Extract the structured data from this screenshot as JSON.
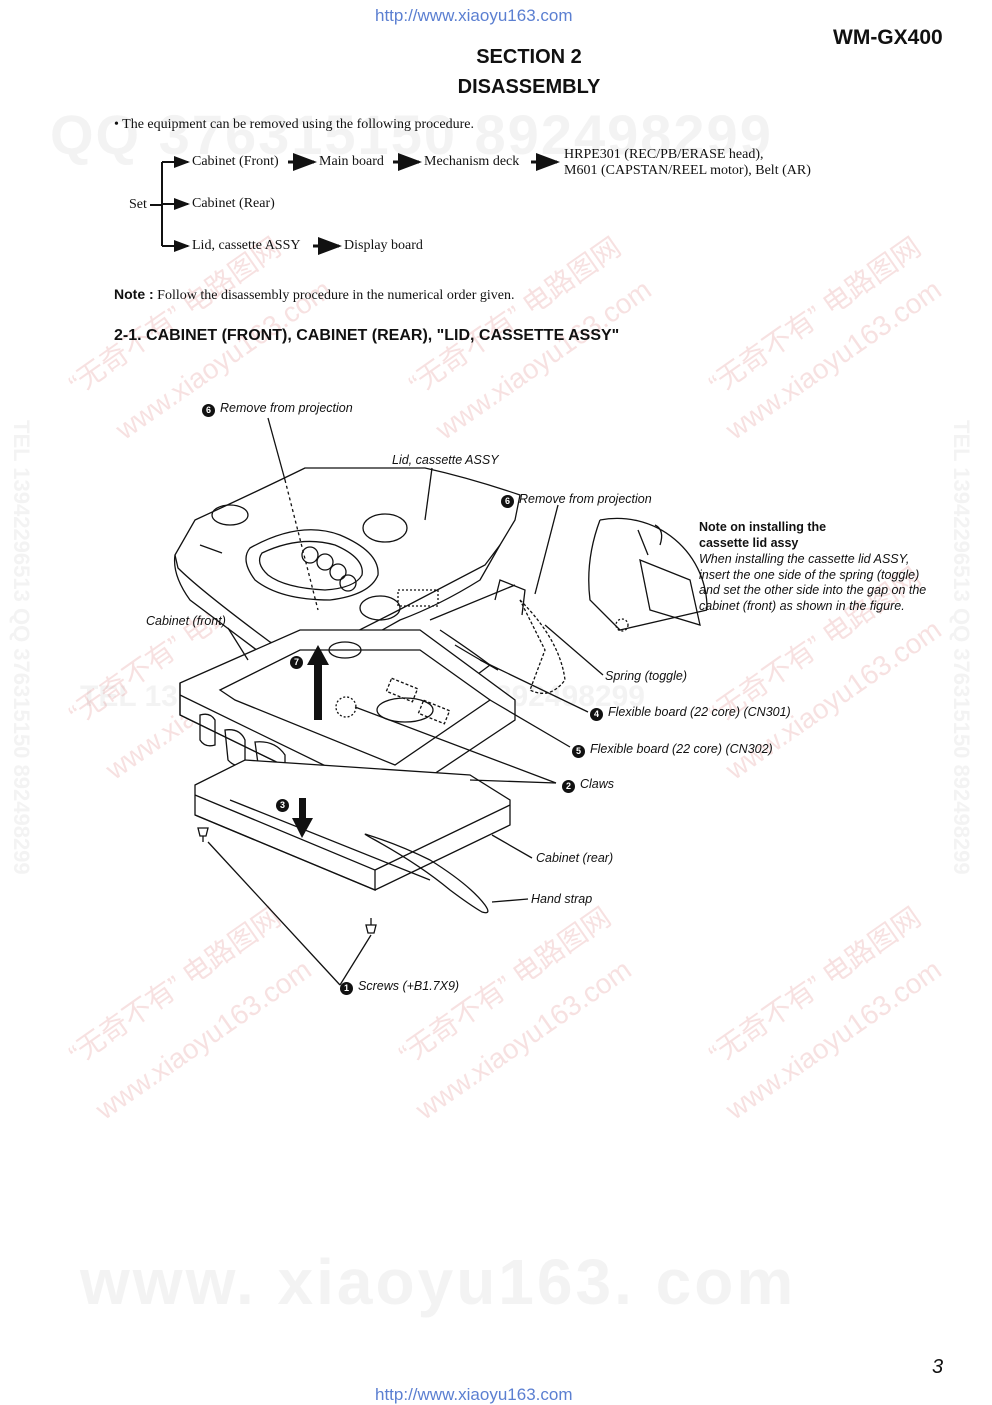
{
  "header": {
    "url_top": "http://www.xiaoyu163.com",
    "model": "WM-GX400",
    "section": "SECTION 2",
    "title": "DISASSEMBLY"
  },
  "intro": "• The equipment can be removed using the following procedure.",
  "flow": {
    "root": "Set",
    "branch1": [
      "Cabinet (Front)",
      "Main board",
      "Mechanism deck"
    ],
    "branch1_tail": [
      "HRPE301 (REC/PB/ERASE head),",
      "M601 (CAPSTAN/REEL motor), Belt (AR)"
    ],
    "branch2": "Cabinet (Rear)",
    "branch3": [
      "Lid, cassette ASSY",
      "Display board"
    ]
  },
  "note": {
    "label": "Note :",
    "text": "Follow the disassembly procedure in the numerical order given."
  },
  "subsection": "2-1. CABINET (FRONT), CABINET (REAR), \"LID, CASSETTE ASSY\"",
  "diagram": {
    "labels": {
      "remove_proj_1": "Remove from projection",
      "lid_cassette": "Lid, cassette ASSY",
      "remove_proj_2": "Remove from projection",
      "cabinet_front": "Cabinet (front)",
      "spring": "Spring (toggle)",
      "flex_cn301": "Flexible board (22 core) (CN301)",
      "flex_cn302": "Flexible board (22 core) (CN302)",
      "claws": "Claws",
      "cabinet_rear": "Cabinet (rear)",
      "hand_strap": "Hand strap",
      "screws": "Screws (+B1.7X9)"
    },
    "steps": {
      "remove_proj_1": "6",
      "remove_proj_2": "6",
      "step7": "7",
      "step3": "3",
      "flex_cn301": "4",
      "flex_cn302": "5",
      "claws": "2",
      "screws": "1"
    },
    "install_note": {
      "title1": "Note on installing the",
      "title2": "cassette lid assy",
      "lines": [
        "When installing the cassette lid ASSY,",
        "insert the one side of the spring (toggle)",
        "and set the other side into the gap on the",
        "cabinet (front) as shown in the figure."
      ]
    }
  },
  "footer": {
    "page": "3",
    "url_bottom": "http://www.xiaoyu163.com"
  },
  "watermarks": {
    "qq": "QQ 376315150  892498299",
    "tel_left": "TEL 13942296513  QQ 376315150  892498299",
    "tel_right": "TEL 13942296513  QQ 376315150  892498299",
    "tel_mid": "TEL 13942296513  376315150  892498299",
    "site": "www.xiaoyu163.com",
    "cn": "“无奇不有” 电路图网",
    "big": "www. xiaoyu163. com"
  }
}
